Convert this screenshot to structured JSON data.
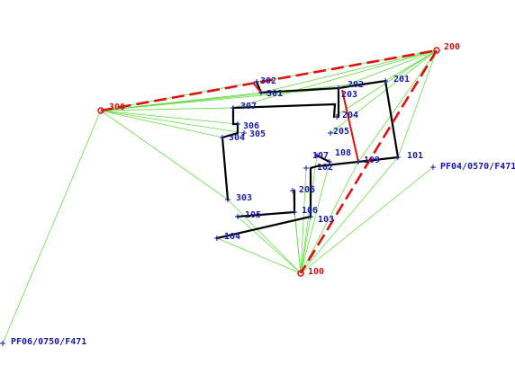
{
  "labels": {
    "st200": "200",
    "st300": "300",
    "st100": "100",
    "p201": "201",
    "p202": "202",
    "p203": "203",
    "p204": "204",
    "p205": "205",
    "p206": "206",
    "p101": "101",
    "p102": "102",
    "p103": "103",
    "p104": "104",
    "p105": "105",
    "p106": "106",
    "p107": "107",
    "p108": "108",
    "p109": "109",
    "p301": "301",
    "p302": "302",
    "p303": "303",
    "p304": "304",
    "p305": "305",
    "p306": "306",
    "p307": "307",
    "ref1": "PF04/0570/F471",
    "ref2": "PF06/0750/F471"
  },
  "colors": {
    "observation": "#66dd44",
    "building": "#000000",
    "traverse": "#e01010",
    "point_label": "#1a1aa8"
  }
}
